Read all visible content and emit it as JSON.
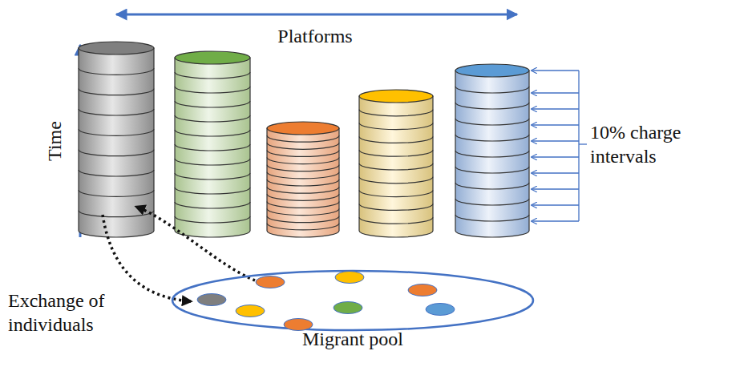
{
  "diagram": {
    "nodes": [
      {
        "text": [
          "Migrant pool"
        ]
      }
    ],
    "labels": [
      "Platforms",
      "Time",
      "10% charge intervals",
      "Exchange of individuals"
    ]
  }
}
